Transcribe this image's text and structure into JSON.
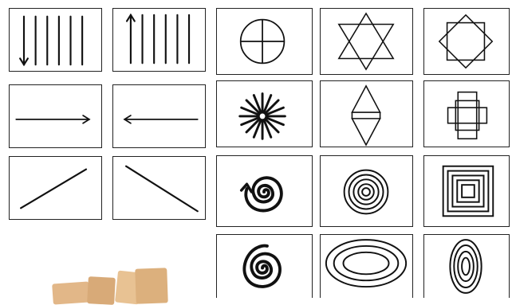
{
  "colors": {
    "background": "#ffffff",
    "card_border": "#222222",
    "ink": "#111111",
    "tape": "#e2b788"
  },
  "cards": [
    {
      "id": "c-1",
      "icon": "vertical-lines-down-arrow-icon"
    },
    {
      "id": "c-2",
      "icon": "vertical-lines-up-arrow-icon"
    },
    {
      "id": "c-3",
      "icon": "circle-with-cross-icon"
    },
    {
      "id": "c-4",
      "icon": "hexagram-star-icon"
    },
    {
      "id": "c-5",
      "icon": "overlapping-squares-octagram-icon"
    },
    {
      "id": "c-6",
      "icon": "arrow-right-icon"
    },
    {
      "id": "c-7",
      "icon": "arrow-left-icon"
    },
    {
      "id": "c-8",
      "icon": "radiating-star-burst-icon"
    },
    {
      "id": "c-9",
      "icon": "double-triangle-diamond-icon"
    },
    {
      "id": "c-10",
      "icon": "cross-of-squares-icon"
    },
    {
      "id": "c-11",
      "icon": "diagonal-line-rising-icon"
    },
    {
      "id": "c-12",
      "icon": "diagonal-line-falling-icon"
    },
    {
      "id": "c-13",
      "icon": "spiral-with-arrow-icon"
    },
    {
      "id": "c-14",
      "icon": "concentric-circles-icon"
    },
    {
      "id": "c-15",
      "icon": "concentric-squares-icon"
    },
    {
      "id": "c-16",
      "icon": "spiral-icon"
    },
    {
      "id": "c-17",
      "icon": "concentric-horizontal-ellipses-icon"
    },
    {
      "id": "c-18",
      "icon": "concentric-vertical-ellipses-icon"
    }
  ],
  "decor": {
    "tape": "tape-strips-icon"
  }
}
